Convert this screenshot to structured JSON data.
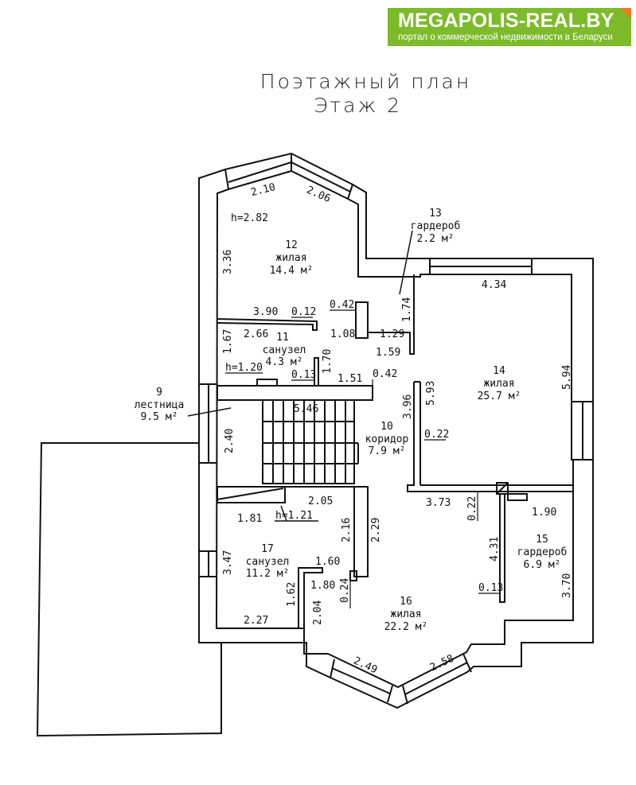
{
  "logo": {
    "brand": "MEGAPOLIS-REAL.BY",
    "tagline": "портал о коммерческой недвижимости в Беларуси",
    "brand_color": "#7dbb2a",
    "accent_color": "#f07a1e"
  },
  "plan": {
    "title_line1": "Поэтажный план",
    "title_line2": "Этаж 2",
    "ceiling_height": "h=2.82",
    "rooms": [
      {
        "number": "9",
        "type": "лестница",
        "area": "9.5 м²"
      },
      {
        "number": "10",
        "type": "коридор",
        "area": "7.9 м²"
      },
      {
        "number": "11",
        "type": "санузел",
        "area": "4.3 м²"
      },
      {
        "number": "12",
        "type": "жилая",
        "area": "14.4 м²"
      },
      {
        "number": "13",
        "type": "гардероб",
        "area": "2.2 м²"
      },
      {
        "number": "14",
        "type": "жилая",
        "area": "25.7 м²"
      },
      {
        "number": "15",
        "type": "гардероб",
        "area": "6.9 м²"
      },
      {
        "number": "16",
        "type": "жилая",
        "area": "22.2 м²"
      },
      {
        "number": "17",
        "type": "санузел",
        "area": "11.2 м²"
      }
    ],
    "heights": {
      "h11": "h=1.20",
      "h17": "h=1.21"
    },
    "dimensions": {
      "d_2_10": "2.10",
      "d_2_06": "2.06",
      "d_3_36": "3.36",
      "d_3_90": "3.90",
      "d_0_12": "0.12",
      "d_0_42a": "0.42",
      "d_1_08": "1.08",
      "d_1_29": "1.29",
      "d_1_74": "1.74",
      "d_1_59": "1.59",
      "d_2_66": "2.66",
      "d_1_67": "1.67",
      "d_1_70": "1.70",
      "d_0_13a": "0.13",
      "d_1_51": "1.51",
      "d_0_42b": "0.42",
      "d_4_34": "4.34",
      "d_5_93": "5.93",
      "d_5_94": "5.94",
      "d_3_96": "3.96",
      "d_0_22a": "0.22",
      "d_5_46": "5.46",
      "d_2_40": "2.40",
      "d_3_73": "3.73",
      "d_0_22b": "0.22",
      "d_1_90": "1.90",
      "d_2_05": "2.05",
      "d_1_81": "1.81",
      "d_2_16": "2.16",
      "d_2_29": "2.29",
      "d_3_47": "3.47",
      "d_1_60": "1.60",
      "d_1_80": "1.80",
      "d_1_62": "1.62",
      "d_2_04": "2.04",
      "d_0_24": "0.24",
      "d_4_31": "4.31",
      "d_0_13b": "0.13",
      "d_3_70": "3.70",
      "d_2_27": "2.27",
      "d_2_49": "2.49",
      "d_2_58": "2.58"
    }
  }
}
